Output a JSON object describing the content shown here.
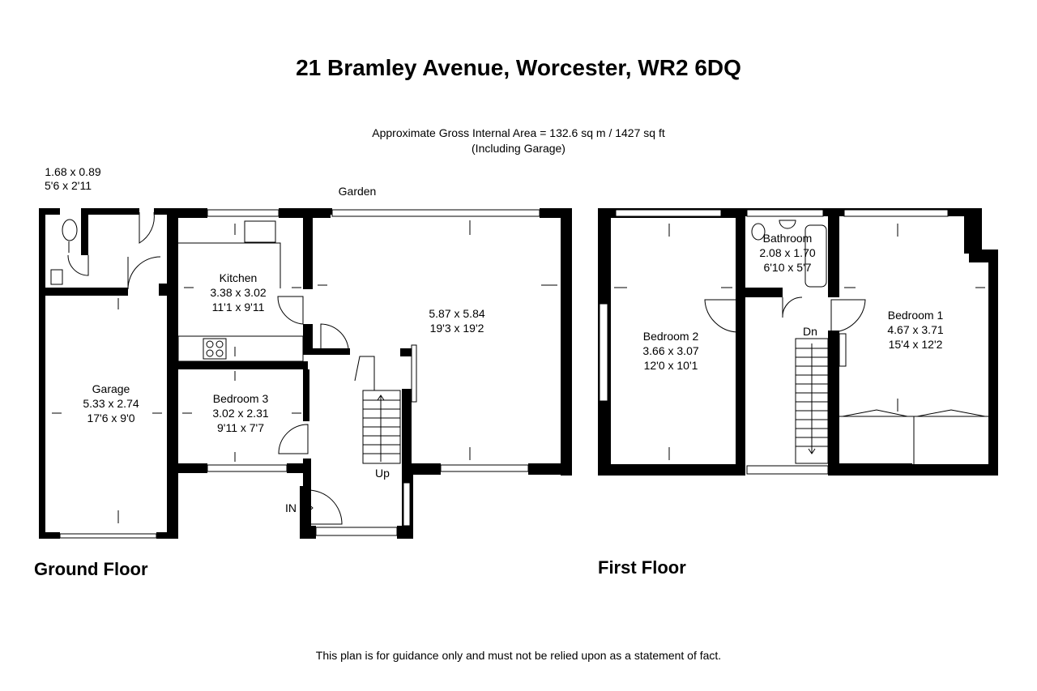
{
  "title": "21 Bramley Avenue, Worcester, WR2 6DQ",
  "area": {
    "line1": "Approximate Gross Internal Area = 132.6 sq m / 1427 sq ft",
    "line2": "(Including Garage)"
  },
  "floors": {
    "ground": "Ground Floor",
    "first": "First Floor"
  },
  "disclaimer": "This plan is for guidance only and must not be relied upon as a statement of fact.",
  "labels": {
    "garden": "Garden",
    "up": "Up",
    "dn": "Dn",
    "entrance": "IN"
  },
  "rooms": {
    "wc": {
      "metric": "1.68 x 0.89",
      "imperial": "5'6 x 2'11"
    },
    "kitchen": {
      "name": "Kitchen",
      "metric": "3.38 x 3.02",
      "imperial": "11'1 x 9'11"
    },
    "living": {
      "metric": "5.87 x 5.84",
      "imperial": "19'3 x 19'2"
    },
    "garage": {
      "name": "Garage",
      "metric": "5.33 x 2.74",
      "imperial": "17'6 x 9'0"
    },
    "bedroom3": {
      "name": "Bedroom 3",
      "metric": "3.02 x 2.31",
      "imperial": "9'11 x 7'7"
    },
    "bedroom2": {
      "name": "Bedroom 2",
      "metric": "3.66 x 3.07",
      "imperial": "12'0 x 10'1"
    },
    "bathroom": {
      "name": "Bathroom",
      "metric": "2.08 x 1.70",
      "imperial": "6'10 x 5'7"
    },
    "bedroom1": {
      "name": "Bedroom 1",
      "metric": "4.67 x 3.71",
      "imperial": "15'4 x 12'2"
    }
  }
}
